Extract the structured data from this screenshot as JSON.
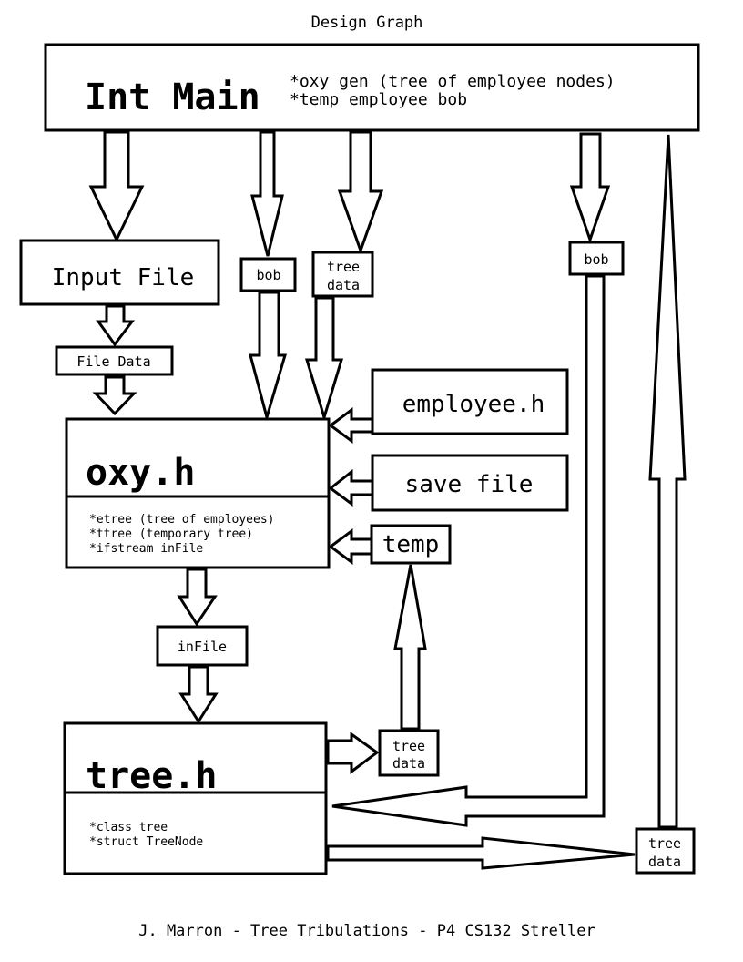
{
  "title": "Design Graph",
  "footer": "J. Marron - Tree Tribulations - P4 CS132 Streller",
  "main": {
    "name": "Int Main",
    "notes": [
      "*oxy gen (tree of employee nodes)",
      "*temp employee bob"
    ]
  },
  "input_file": "Input File",
  "file_data": "File Data",
  "bob_left": "bob",
  "tree_data_top": [
    "tree",
    "data"
  ],
  "bob_right": "bob",
  "employee_h": "employee.h",
  "save_file": "save file",
  "temp": "temp",
  "oxy": {
    "name": "oxy.h",
    "notes": [
      "*etree (tree of employees)",
      "*ttree (temporary tree)",
      "*ifstream inFile"
    ]
  },
  "infile": "inFile",
  "tree_data_mid": [
    "tree",
    "data"
  ],
  "tree": {
    "name": "tree.h",
    "notes": [
      "*class tree",
      "*struct TreeNode"
    ]
  },
  "tree_data_bottom": [
    "tree",
    "data"
  ]
}
